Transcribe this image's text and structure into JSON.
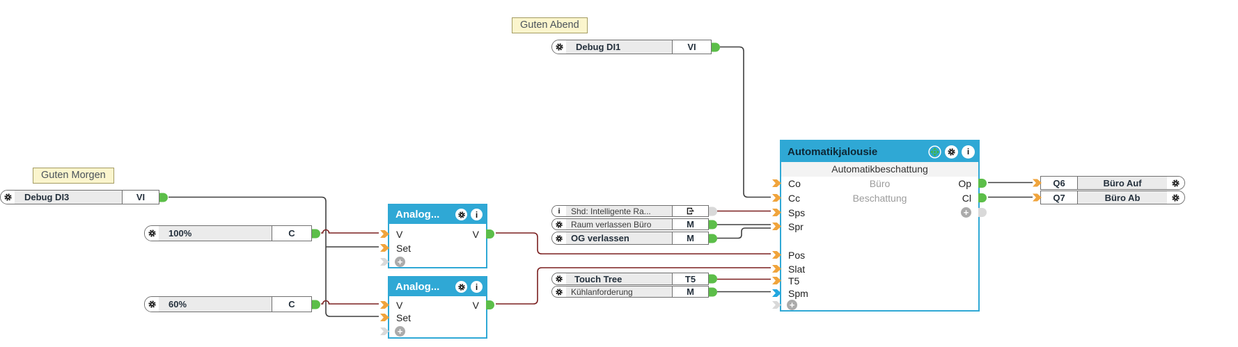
{
  "sticky_notes": {
    "morning": "Guten Morgen",
    "evening": "Guten Abend"
  },
  "io_blocks": {
    "debug_di3": {
      "label": "Debug DI3",
      "port": "VI"
    },
    "const_100": {
      "label": "100%",
      "port": "C"
    },
    "const_60": {
      "label": "60%",
      "port": "C"
    },
    "debug_di1": {
      "label": "Debug DI1",
      "port": "VI"
    },
    "shd_reference": {
      "label": "Shd: Intelligente Ra...",
      "port_icon": "block-reference-icon"
    },
    "raum_verlassen": {
      "label": "Raum verlassen Büro",
      "port": "M"
    },
    "og_verlassen": {
      "label": "OG verlassen",
      "port": "M"
    },
    "touch_tree": {
      "label": "Touch Tree",
      "port": "T5"
    },
    "kuehlanforderung": {
      "label": "Kühlanforderung",
      "port": "M"
    },
    "q6": {
      "port": "Q6",
      "label": "Büro Auf"
    },
    "q7": {
      "port": "Q7",
      "label": "Büro Ab"
    }
  },
  "analog_blocks": [
    {
      "title": "Analog...",
      "input_v": "V",
      "input_set": "Set",
      "output_v": "V"
    },
    {
      "title": "Analog...",
      "input_v": "V",
      "input_set": "Set",
      "output_v": "V"
    }
  ],
  "automatik_block": {
    "title": "Automatikjalousie",
    "subtitle": "Automatikbeschattung",
    "room": "Büro",
    "category": "Beschattung",
    "inputs_top": [
      "Co",
      "Cc",
      "Sps",
      "Spr"
    ],
    "inputs_bottom": [
      "Pos",
      "Slat",
      "T5",
      "Spm"
    ],
    "outputs": [
      "Op",
      "Cl"
    ]
  },
  "colors": {
    "block_accent": "#2FA8D5",
    "wire_dark": "#3F3F3F",
    "wire_red": "#7A1F1F",
    "connector_orange": "#F0A43C",
    "connector_green": "#5CBE49",
    "connector_blue": "#23A7DF",
    "connector_gray": "#D9D9D9",
    "note_bg": "#FBF5CD"
  }
}
